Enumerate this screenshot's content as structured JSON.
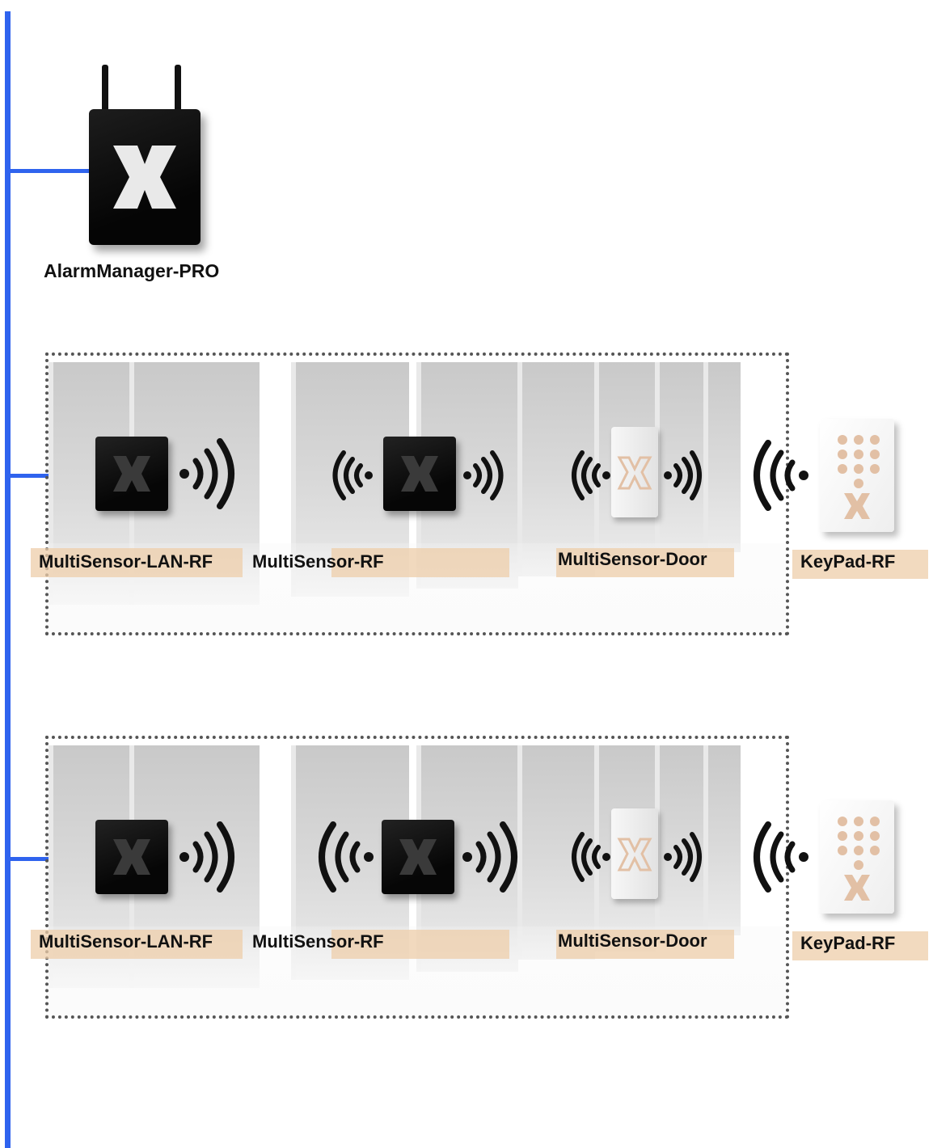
{
  "master": {
    "name": "AlarmManager-PRO"
  },
  "zones": [
    {
      "labels": {
        "lan_rf": "MultiSensor-LAN-RF",
        "rf": "MultiSensor-RF",
        "door": "MultiSensor-Door",
        "keypad": "KeyPad-RF"
      }
    },
    {
      "labels": {
        "lan_rf": "MultiSensor-LAN-RF",
        "rf": "MultiSensor-RF",
        "door": "MultiSensor-Door",
        "keypad": "KeyPad-RF"
      }
    }
  ],
  "colors": {
    "bus": "#2f63ee",
    "label_band": "#eecdaa",
    "logo_light": "#e9e9e9",
    "logo_accent": "#e2c0a5"
  },
  "icons": {
    "logo": "x-logo-icon",
    "signal_right": "wireless-signal-right-icon",
    "signal_left": "wireless-signal-left-icon"
  }
}
